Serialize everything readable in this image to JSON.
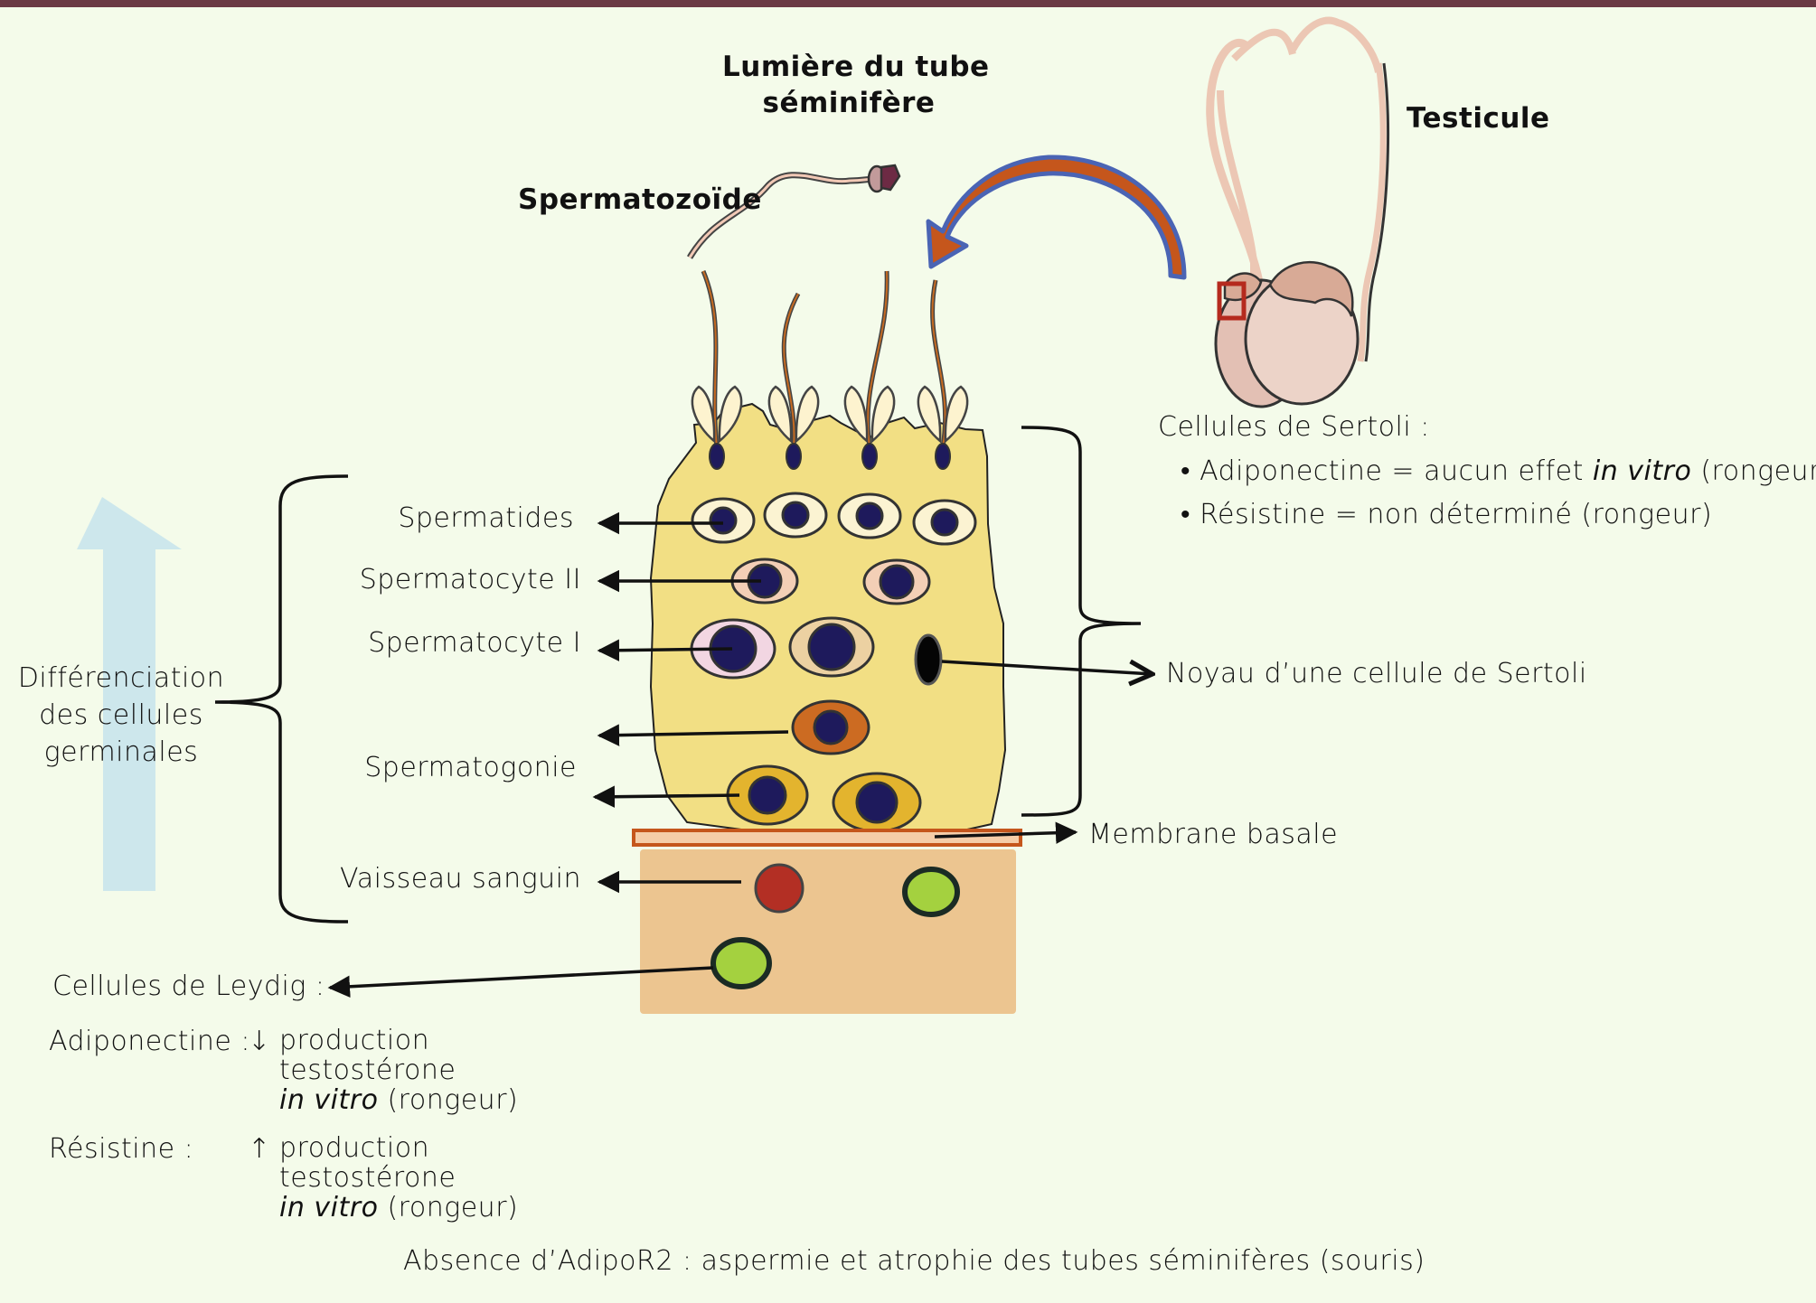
{
  "colors": {
    "top_bar": "#6b3a45",
    "background": "#f4fbea",
    "sertoli_cell": "#f2df84",
    "interstitium": "#ecc590",
    "basal_membrane": "#c5561c",
    "curved_arrow_fill": "#c5561c",
    "curved_arrow_stroke": "#4a64b4",
    "differentiation_arrow": "#cde7ec",
    "blood_vessel": "#b32f24",
    "leydig_cell": "#a4d13f",
    "nucleus": "#1e1a5c"
  },
  "titles": {
    "lumen_line1": "Lumière du tube",
    "lumen_line2": "séminifère",
    "spermatozoon": "Spermatozoïde",
    "testis": "Testicule"
  },
  "sertoli": {
    "heading": "Cellules de Sertoli :",
    "bullets": [
      {
        "bullet": "•",
        "pre": "Adiponectine = aucun effet ",
        "italic": "in vitro",
        "post": " (rongeur)"
      },
      {
        "bullet": "•",
        "pre": "Résistine = non déterminé  (rongeur)",
        "italic": "",
        "post": ""
      }
    ]
  },
  "differentiation": {
    "line1": "Différenciation",
    "line2": "des cellules",
    "line3": "germinales"
  },
  "cell_labels": {
    "spermatides": "Spermatides",
    "spermatocyte_2": "Spermatocyte II",
    "spermatocyte_1": "Spermatocyte I",
    "spermatogonie": "Spermatogonie",
    "vaisseau": "Vaisseau sanguin",
    "sertoli_nucleus": "Noyau d’une cellule de Sertoli",
    "basal_membrane": "Membrane basale"
  },
  "leydig": {
    "heading": "Cellules de Leydig :",
    "adiponectine_label": "Adiponectine :",
    "adiponectine_arrow": "↓",
    "resistine_label": "Résistine :",
    "resistine_arrow": "↑",
    "effect_line1": "production",
    "effect_line2": "testostérone",
    "effect_line3_italic": "in vitro",
    "effect_line3_rest": " (rongeur)"
  },
  "footer": "Absence d’AdipoR2 : aspermie et atrophie des tubes séminifères  (souris)"
}
